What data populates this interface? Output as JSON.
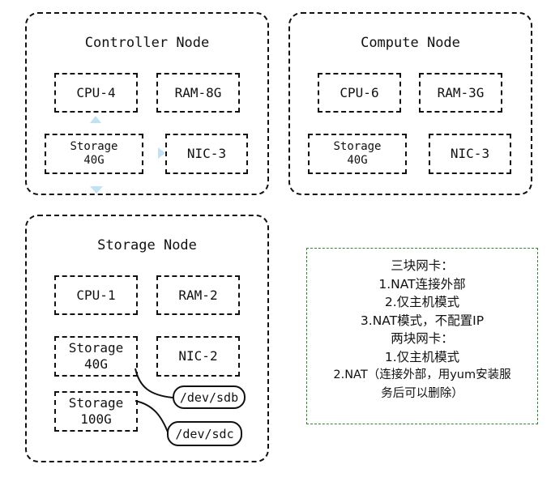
{
  "controller": {
    "title": "Controller Node",
    "cpu": "CPU-4",
    "ram": "RAM-8G",
    "storage_l1": "Storage",
    "storage_l2": "40G",
    "nic": "NIC-3"
  },
  "compute": {
    "title": "Compute Node",
    "cpu": "CPU-6",
    "ram": "RAM-3G",
    "storage_l1": "Storage",
    "storage_l2": "40G",
    "nic": "NIC-3"
  },
  "storage_node": {
    "title": "Storage Node",
    "cpu": "CPU-1",
    "ram": "RAM-2",
    "storage1_l1": "Storage",
    "storage1_l2": "40G",
    "nic": "NIC-2",
    "storage2_l1": "Storage",
    "storage2_l2": "100G",
    "dev1": "/dev/sdb",
    "dev2": "/dev/sdc"
  },
  "notes": {
    "lines": [
      "三块网卡：",
      "1.NAT连接外部",
      "2.仅主机模式",
      "3.NAT模式，不配置IP",
      "两块网卡：",
      "1.仅主机模式",
      "2.NAT（连接外部，用yum安装服",
      "务后可以删除）"
    ]
  },
  "colors": {
    "arrow": "#bfe3f5",
    "notes_border": "#2d8a2d"
  }
}
